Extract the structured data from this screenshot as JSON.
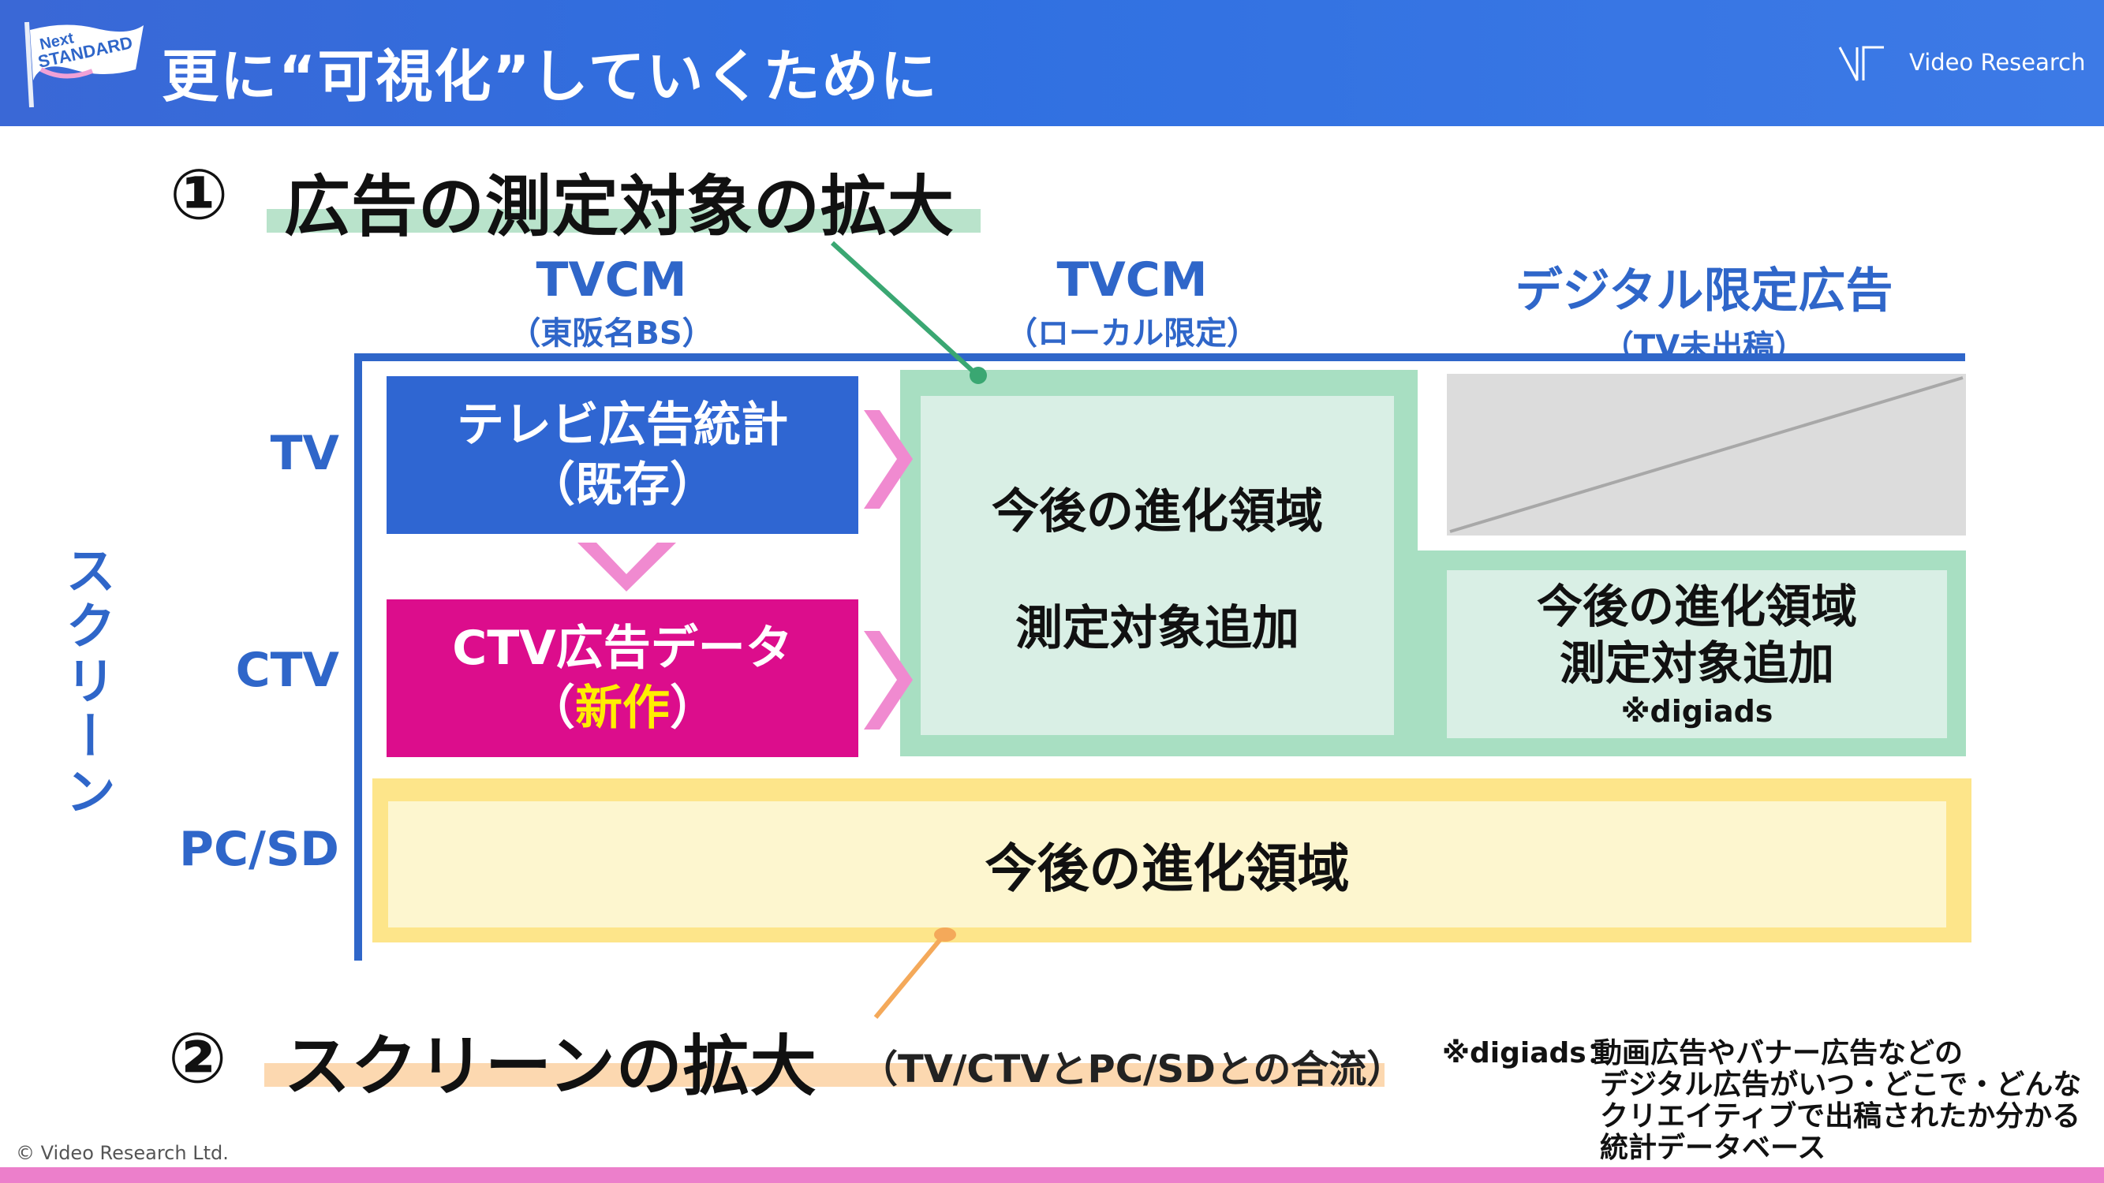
{
  "header": {
    "title": "更に“可視化”していくために",
    "brand": "Video Research",
    "flag_text": "Next STANDARD"
  },
  "heading1": {
    "number": "①",
    "text": "広告の測定対象の拡大"
  },
  "heading2": {
    "number": "②",
    "text": "スクリーンの拡大",
    "sub": "（TV/CTVとPC/SDとの合流）"
  },
  "columns": [
    {
      "title": "TVCM",
      "sub": "（東阪名BS）"
    },
    {
      "title": "TVCM",
      "sub": "（ローカル限定）"
    },
    {
      "title": "デジタル限定広告",
      "sub": "（TV未出稿）"
    }
  ],
  "rows": {
    "tv": "TV",
    "ctv": "CTV",
    "pcsd": "PC/SD",
    "screen": "スクリーン"
  },
  "boxes": {
    "tv_existing": {
      "line1": "テレビ広告統計",
      "line2": "（既存）"
    },
    "ctv_new": {
      "line1": "CTV広告データ",
      "paren_open": "（",
      "new": "新作",
      "paren_close": "）"
    },
    "green_main": {
      "line1": "今後の進化領域",
      "line2": "測定対象追加"
    },
    "green_right": {
      "line1": "今後の進化領域",
      "line2": "測定対象追加",
      "note": "※digiads"
    },
    "yellow": "今後の進化領域"
  },
  "footnote": {
    "lead": "※digiads：",
    "lines": [
      "動画広告やバナー広告などの",
      "デジタル広告がいつ・どこで・どんな",
      "クリエイティブで出稿されたか分かる",
      "統計データベース"
    ]
  },
  "copyright": "© Video Research Ltd.",
  "colors": {
    "header_blue": "#3a68d6",
    "axis_blue": "#2f66c9",
    "tv_box": "#2f66d2",
    "ctv_box": "#dc0d8c",
    "green": "#a8dfc2",
    "yellow": "#fde58a",
    "pink_arrow": "#f08ad0"
  }
}
